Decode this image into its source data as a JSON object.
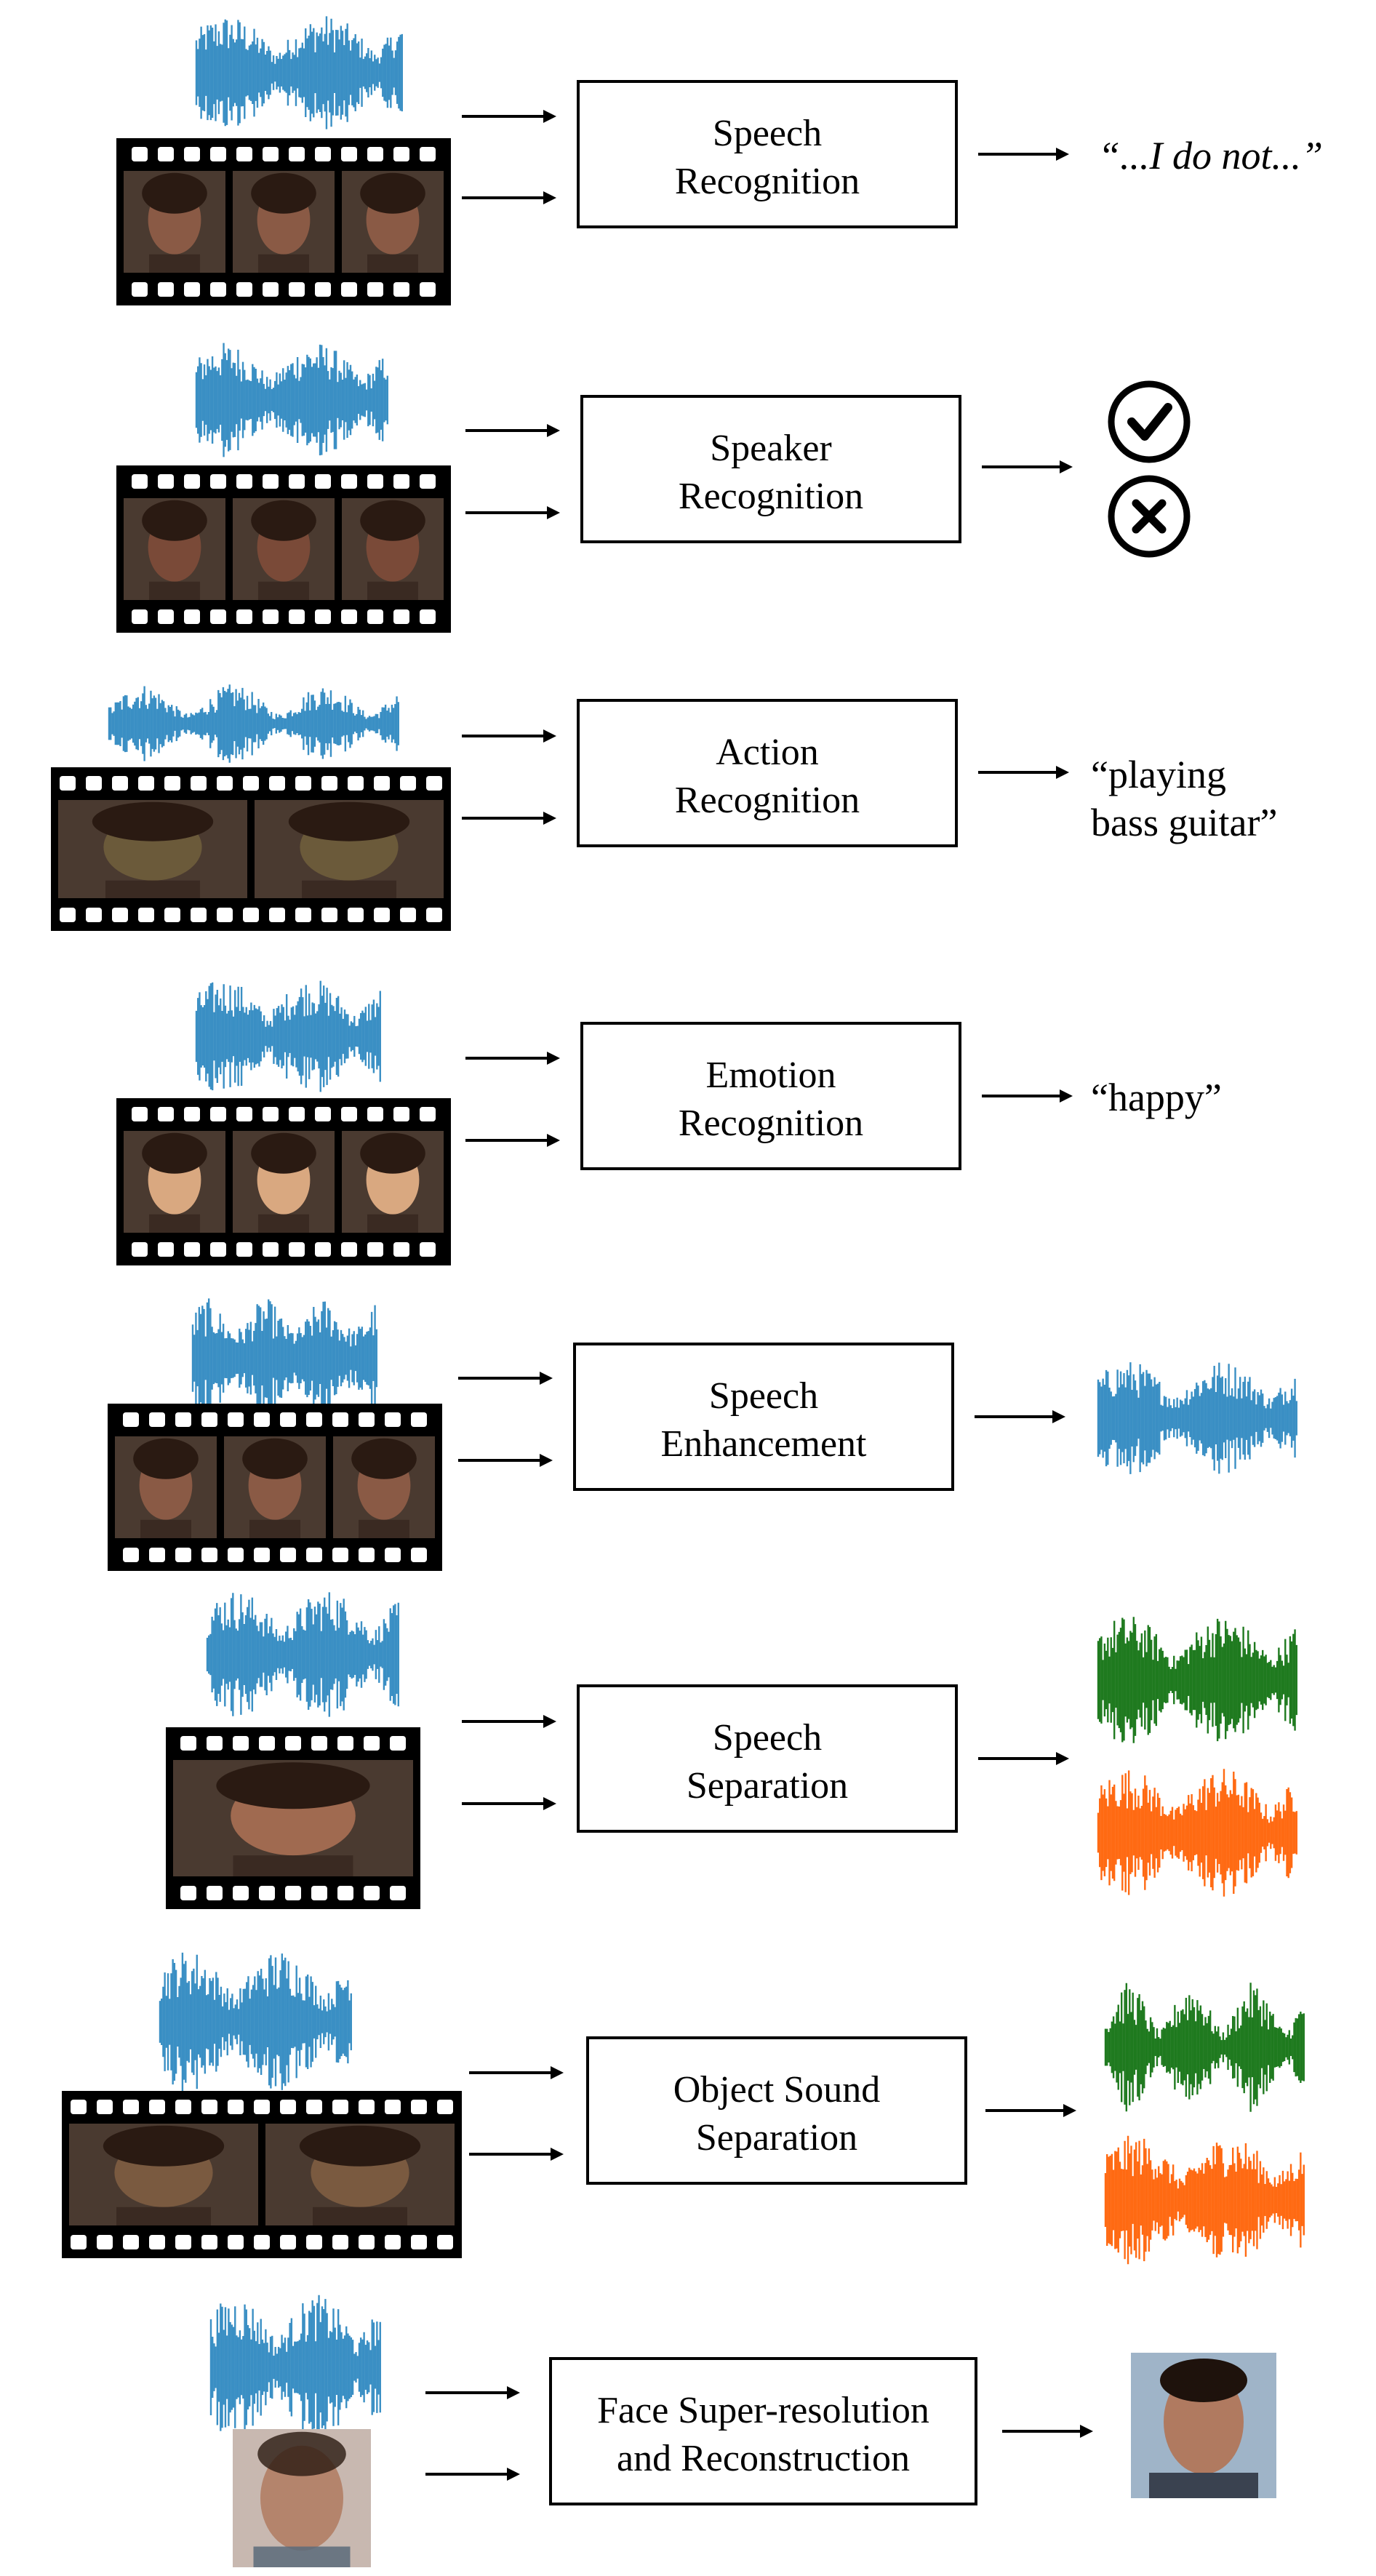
{
  "rows": [
    {
      "id": "speech-recognition",
      "task_lines": [
        "Speech",
        "Recognition"
      ],
      "output_kind": "text",
      "output_lines": [
        "“...I do not...”"
      ],
      "output_italic": true,
      "face_color": "#8a5a45"
    },
    {
      "id": "speaker-recognition",
      "task_lines": [
        "Speaker",
        "Recognition"
      ],
      "output_kind": "check-cross",
      "output_lines": [],
      "face_color": "#7a4a38"
    },
    {
      "id": "action-recognition",
      "task_lines": [
        "Action",
        "Recognition"
      ],
      "output_kind": "text",
      "output_lines": [
        "“playing",
        " bass guitar”"
      ],
      "output_italic": false,
      "face_color": "#6b5a3a"
    },
    {
      "id": "emotion-recognition",
      "task_lines": [
        "Emotion",
        "Recognition"
      ],
      "output_kind": "text",
      "output_lines": [
        "“happy”"
      ],
      "output_italic": false,
      "face_color": "#d9a880"
    },
    {
      "id": "speech-enhancement",
      "task_lines": [
        "Speech",
        "Enhancement"
      ],
      "output_kind": "waveform",
      "output_lines": [],
      "face_color": "#8a5a45"
    },
    {
      "id": "speech-separation",
      "task_lines": [
        "Speech",
        "Separation"
      ],
      "output_kind": "two-waveforms",
      "output_lines": [],
      "face_color": "#a06a50"
    },
    {
      "id": "object-sound-separation",
      "task_lines": [
        "Object Sound",
        "Separation"
      ],
      "output_kind": "two-waveforms",
      "output_lines": [],
      "face_color": "#7a5a40"
    },
    {
      "id": "face-super-resolution",
      "task_lines": [
        "Face Super-resolution",
        "and Reconstruction"
      ],
      "output_kind": "face-image",
      "output_lines": [],
      "face_color": "#b07a60"
    }
  ],
  "colors": {
    "audio_wave": "#3a8fc4",
    "separated_wave_1": "#1f7a1f",
    "separated_wave_2": "#ff6a13",
    "film": "#000000",
    "box_border": "#000000"
  },
  "icons": {
    "check": "check-circle-icon",
    "cross": "cross-circle-icon"
  }
}
